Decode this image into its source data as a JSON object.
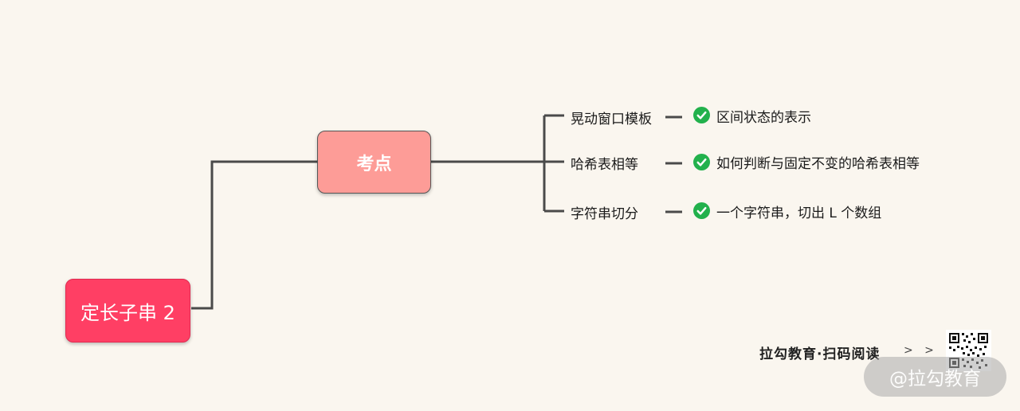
{
  "root": {
    "label": "定长子串 2"
  },
  "branch": {
    "label": "考点"
  },
  "topics": [
    {
      "label": "晃动窗口模板",
      "detail": "区间状态的表示"
    },
    {
      "label": "哈希表相等",
      "detail": "如何判断与固定不变的哈希表相等"
    },
    {
      "label": "字符串切分",
      "detail": "一个字符串，切出 L 个数组"
    }
  ],
  "footer": {
    "text": "拉勾教育·扫码阅读",
    "arrows": "> > >",
    "watermark": "@拉勾教育",
    "qr_icon": "qr-code-icon"
  },
  "colors": {
    "root": "#ff3f64",
    "branch": "#fd9c97",
    "check": "#22b14c",
    "line": "#4a4a4a",
    "background": "#faf6ef"
  }
}
